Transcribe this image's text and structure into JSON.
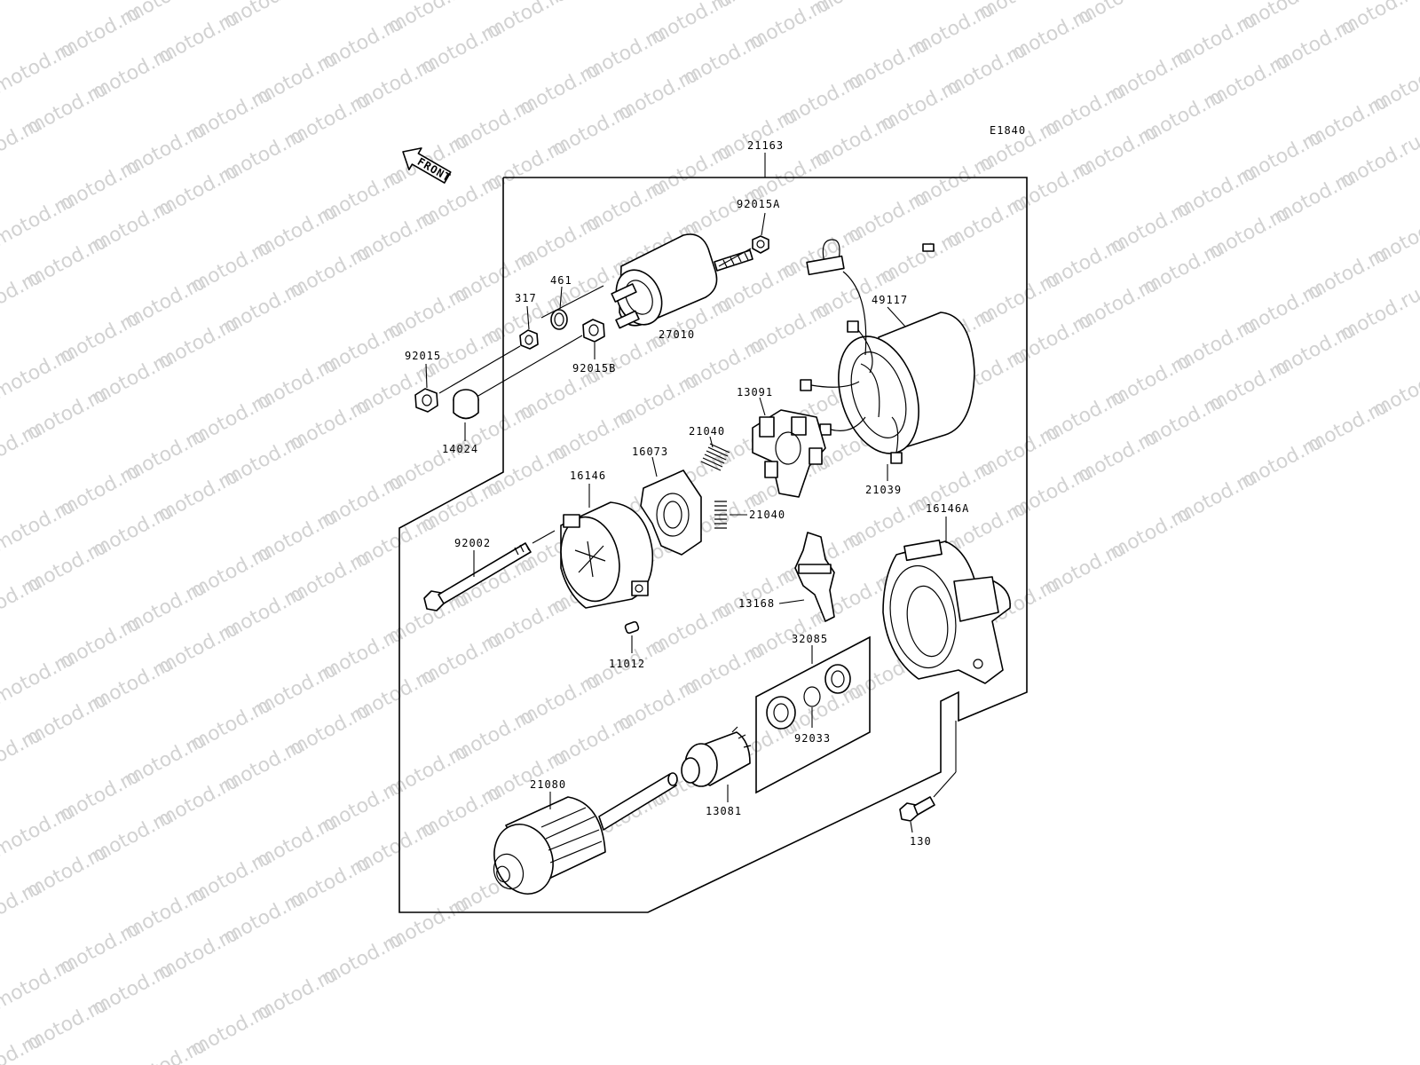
{
  "watermark": {
    "text": "motod.ru",
    "color": "#d2d2d2"
  },
  "diagram_code": "E1840",
  "front_arrow_label": "FRONT",
  "parts": {
    "assembly": "21163",
    "nut_a": "92015A",
    "solenoid": "27010",
    "washer_461": "461",
    "nut_317": "317",
    "nut_b": "92015B",
    "nut_92015": "92015",
    "cap_14024": "14024",
    "yoke": "49117",
    "brush_holder": "13091",
    "spring_upper": "21040",
    "spring_lower": "21040",
    "brush": "21039",
    "plate_16073": "16073",
    "cover_16146": "16146",
    "bolt_92002": "92002",
    "key_11012": "11012",
    "housing": "16146A",
    "lever_13168": "13168",
    "kit_32085": "32085",
    "circlip_92033": "92033",
    "armature": "21080",
    "clutch_13081": "13081",
    "bolt_130": "130"
  }
}
